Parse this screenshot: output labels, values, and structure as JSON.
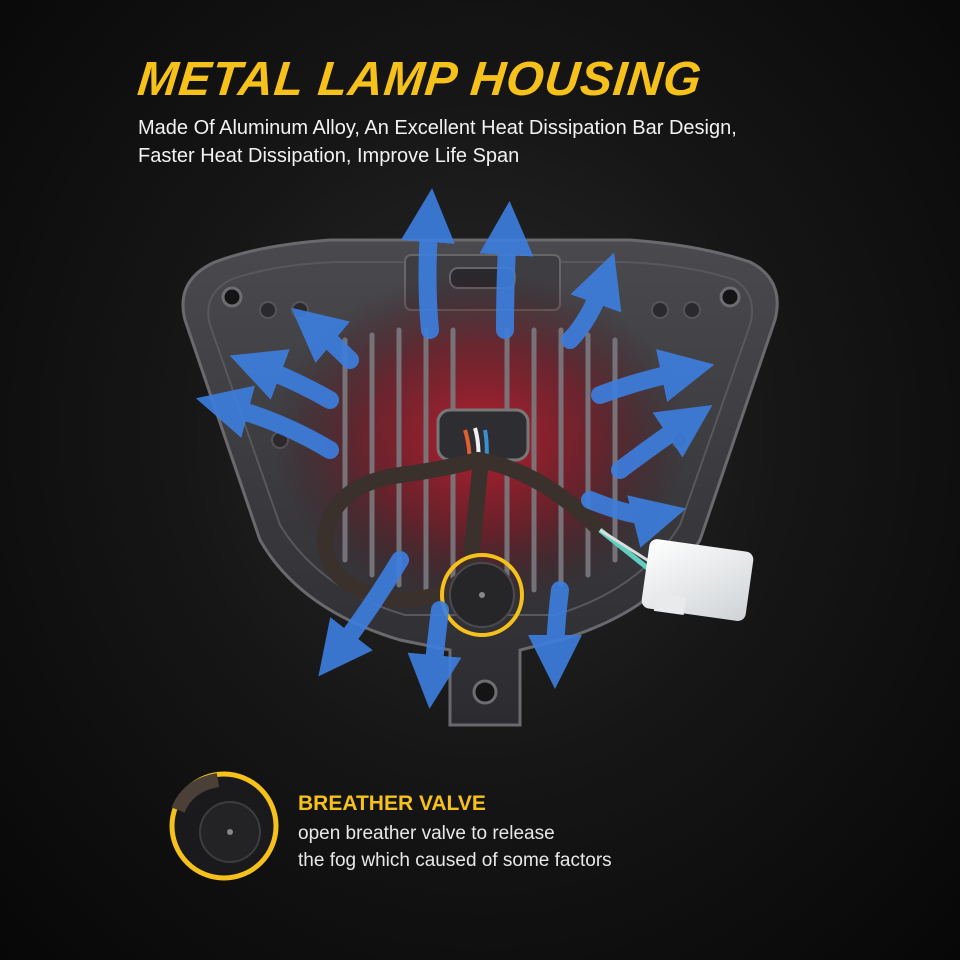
{
  "header": {
    "title": "METAL LAMP HOUSING",
    "subtitle_lines": [
      "Made Of Aluminum Alloy, An Excellent Heat Dissipation Bar Design,",
      "Faster Heat Dissipation, Improve Life Span"
    ]
  },
  "callout": {
    "title": "BREATHER VALVE",
    "desc_lines": [
      "open breather valve to release",
      "the fog which caused of some factors"
    ]
  },
  "colors": {
    "accent": "#f5c11a",
    "airflow": "#3d7fe0",
    "heat": "#c0182a"
  },
  "icons": [
    "airflow-arrow-icon",
    "breather-valve-icon"
  ]
}
